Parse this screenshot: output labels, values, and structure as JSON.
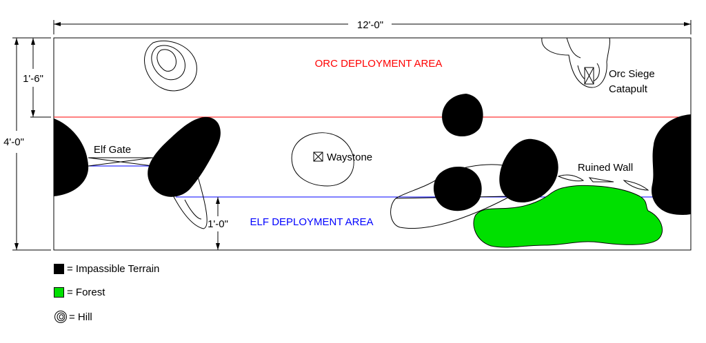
{
  "dimensions": {
    "width": "12'-0\"",
    "height": "4'-0\"",
    "orc_depth": "1'-6\"",
    "elf_depth": "1'-0\""
  },
  "areas": {
    "orc": "ORC DEPLOYMENT AREA",
    "elf": "ELF DEPLOYMENT AREA"
  },
  "features": {
    "elf_gate": "Elf Gate",
    "waystone": "Waystone",
    "ruined_wall": "Ruined Wall",
    "catapult_line1": "Orc Siege",
    "catapult_line2": "Catapult"
  },
  "legend": {
    "impassible": "= Impassible Terrain",
    "forest": "= Forest",
    "hill": "= Hill"
  },
  "colors": {
    "impassible": "#000000",
    "forest": "#00e000",
    "orc_line": "#ff0000",
    "elf_line": "#0000ff"
  }
}
